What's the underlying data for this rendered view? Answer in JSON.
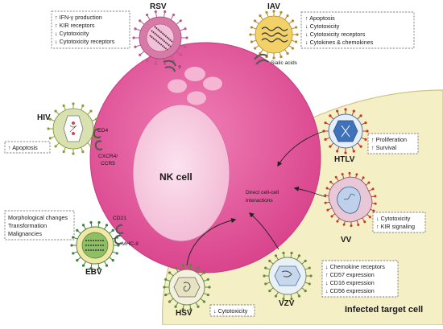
{
  "colors": {
    "nk_cell": "#e54e98",
    "nk_nucleus": "#f8cfe2",
    "target_cell": "#f5efc6",
    "target_border": "#cfc58a",
    "arrow": "#222222"
  },
  "nk_cell": {
    "label": "NK cell"
  },
  "target_cell": {
    "label": "Infected target cell"
  },
  "center_label": [
    "Direct cell-cell",
    "interactions"
  ],
  "viruses": {
    "rsv": {
      "name": "RSV",
      "effects": [
        "↑ IFN-γ production",
        "↑ KIR receptors",
        "↓ Cytotoxicity",
        "↓ Cytotoxicity receptors"
      ],
      "receptor": "?"
    },
    "iav": {
      "name": "IAV",
      "effects": [
        "↑ Apoptosis",
        "↓ Cytotoxicity",
        "↓ Cytotoxicity receptors",
        "↓ Cytokines & chemokines"
      ],
      "receptor": "Sialic acids"
    },
    "hiv": {
      "name": "HIV",
      "effects": [
        "↑ Apoptosis"
      ],
      "receptors": [
        "CD4",
        "CXCR4/",
        "CCR5"
      ]
    },
    "htlv": {
      "name": "HTLV",
      "effects": [
        "↑ Proliferation",
        "↑ Survival"
      ]
    },
    "vv": {
      "name": "VV",
      "effects": [
        "↓ Cytotoxicity",
        "↑ KIR signaling"
      ]
    },
    "ebv": {
      "name": "EBV",
      "effects": [
        "Morphological changes",
        "Transformation",
        "Malignancies"
      ],
      "receptors": [
        "CD21",
        "MHC-II"
      ]
    },
    "hsv": {
      "name": "HSV",
      "effects": [
        "↓ Cytotoxicity"
      ]
    },
    "vzv": {
      "name": "VZV",
      "effects": [
        "↓ Chemokine receptors",
        "↑ CD57 expression",
        "↓ CD16 expression",
        "↓ CD56 expression"
      ]
    }
  }
}
